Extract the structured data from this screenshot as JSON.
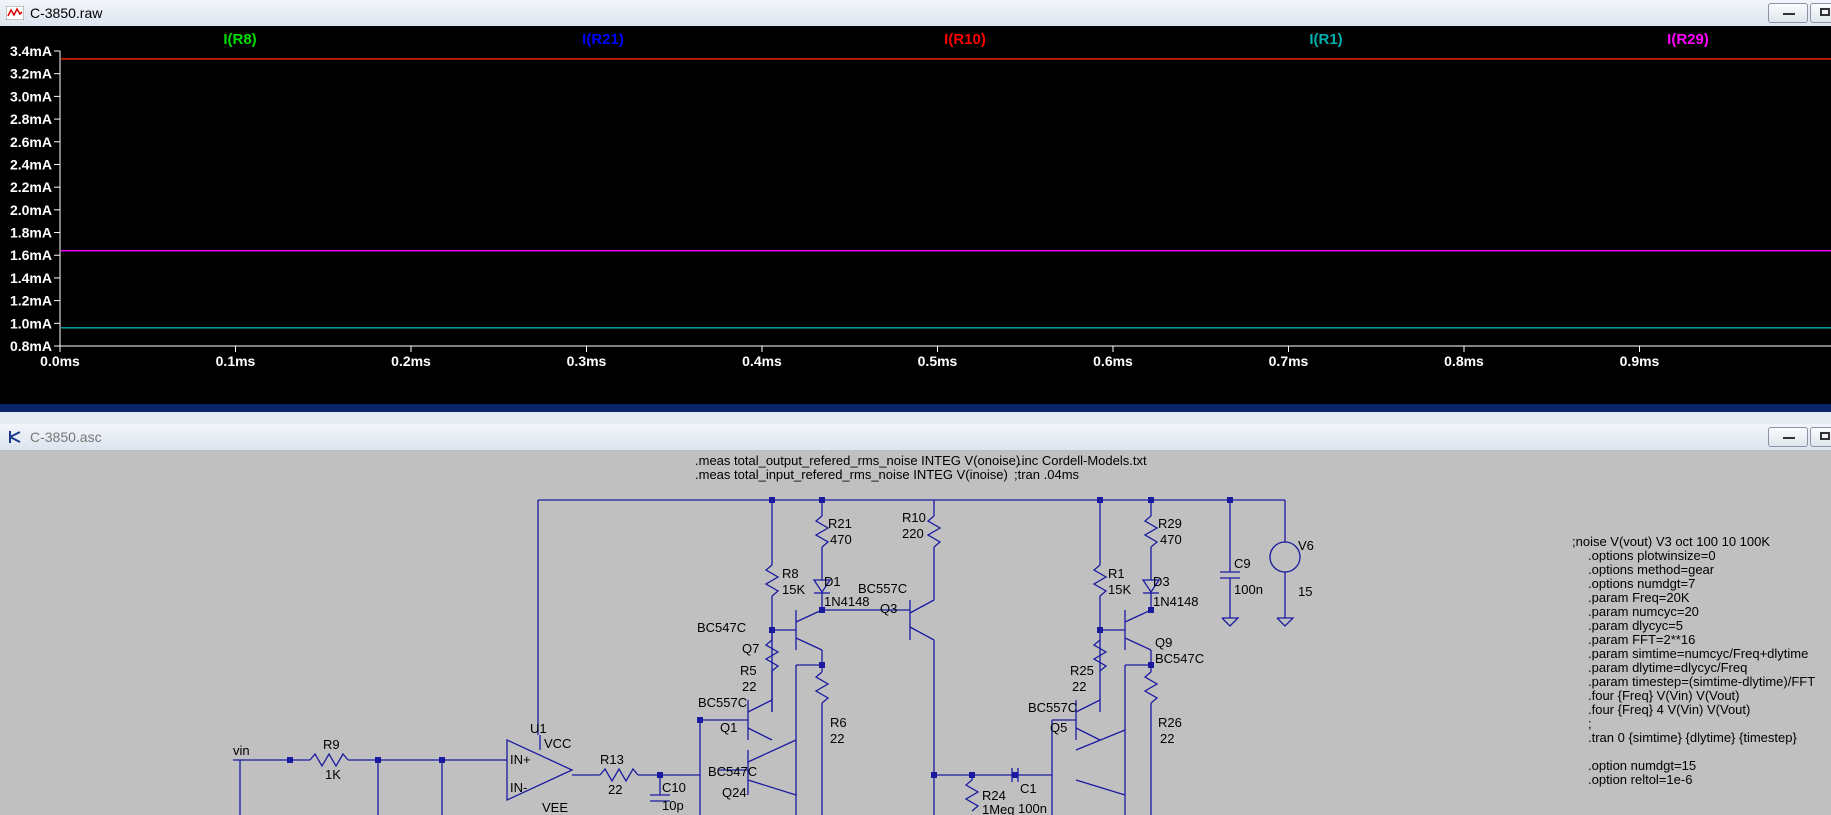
{
  "wave_window": {
    "title": "C-3850.raw",
    "traces": [
      {
        "name": "I(R8)",
        "color": "#00dd00",
        "value_mA": 3.33
      },
      {
        "name": "I(R21)",
        "color": "#0000ff",
        "value_mA": 1.64
      },
      {
        "name": "I(R10)",
        "color": "#ff0000",
        "value_mA": 3.33
      },
      {
        "name": "I(R1)",
        "color": "#00b0b0",
        "value_mA": 0.96
      },
      {
        "name": "I(R29)",
        "color": "#ff00ff",
        "value_mA": 1.64
      }
    ]
  },
  "chart_data": {
    "type": "line",
    "title": "",
    "xlabel": "",
    "ylabel": "",
    "x_ticks": [
      "0.0ms",
      "0.1ms",
      "0.2ms",
      "0.3ms",
      "0.4ms",
      "0.5ms",
      "0.6ms",
      "0.7ms",
      "0.8ms",
      "0.9ms"
    ],
    "y_ticks": [
      "3.4mA",
      "3.2mA",
      "3.0mA",
      "2.8mA",
      "2.6mA",
      "2.4mA",
      "2.2mA",
      "2.0mA",
      "1.8mA",
      "1.6mA",
      "1.4mA",
      "1.2mA",
      "1.0mA",
      "0.8mA"
    ],
    "xlim": [
      0,
      1.0
    ],
    "ylim": [
      0.8,
      3.4
    ],
    "grid": false,
    "legend": "top",
    "series": [
      {
        "name": "I(R8)",
        "values": [
          3.33,
          3.33
        ]
      },
      {
        "name": "I(R21)",
        "values": [
          1.64,
          1.64
        ]
      },
      {
        "name": "I(R10)",
        "values": [
          3.33,
          3.33
        ]
      },
      {
        "name": "I(R1)",
        "values": [
          0.96,
          0.96
        ]
      },
      {
        "name": "I(R29)",
        "values": [
          1.64,
          1.64
        ]
      }
    ]
  },
  "schematic_window": {
    "title": "C-3850.asc",
    "directives_top": [
      ".meas total_output_refered_rms_noise INTEG V(onoise)",
      ".meas total_input_refered_rms_noise INTEG V(inoise)",
      ".inc Cordell-Models.txt",
      ";tran .04ms"
    ],
    "directives_right": [
      ";noise V(vout) V3 oct 100 10 100K",
      ".options plotwinsize=0",
      ".options method=gear",
      ".options numdgt=7",
      ".param Freq=20K",
      ".param numcyc=20",
      ".param dlycyc=5",
      ".param FFT=2**16",
      ".param simtime=numcyc/Freq+dlytime",
      ".param dlytime=dlycyc/Freq",
      ".param timestep=(simtime-dlytime)/FFT",
      ".four {Freq} V(Vin) V(Vout)",
      ".four {Freq} 4 V(Vin) V(Vout)",
      ";",
      ".tran 0 {simtime} {dlytime} {timestep}",
      ".option numdgt=15",
      ".option reltol=1e-6"
    ],
    "labels": {
      "R21": "R21",
      "R21v": "470",
      "R10": "R10",
      "R10v": "220",
      "R29": "R29",
      "R29v": "470",
      "C9": "C9",
      "C9v": "100n",
      "V6": "V6",
      "V6v": "15",
      "R8": "R8",
      "R8v": "15K",
      "D1": "D1",
      "D1v": "1N4148",
      "Q3t": "BC557C",
      "Q3": "Q3",
      "R1": "R1",
      "R1v": "15K",
      "D3": "D3",
      "D3v": "1N4148",
      "Q7t": "BC547C",
      "Q7": "Q7",
      "Q9": "Q9",
      "Q9t": "BC547C",
      "R5": "R5",
      "R5v": "22",
      "R25": "R25",
      "R25v": "22",
      "Q1t": "BC557C",
      "Q1": "Q1",
      "R6": "R6",
      "R6v": "22",
      "Q5t": "BC557C",
      "Q5": "Q5",
      "R26": "R26",
      "R26v": "22",
      "U1": "U1",
      "VCC": "VCC",
      "INp": "IN+",
      "INm": "IN-",
      "VEE": "VEE",
      "vin": "vin",
      "R9": "R9",
      "R9v": "1K",
      "R13": "R13",
      "R13v": "22",
      "C10": "C10",
      "C10v": "10p",
      "Q24t": "BC547C",
      "Q24": "Q24",
      "R24": "R24",
      "R24v": "1Meg",
      "C1": "C1",
      "C1v": "100n"
    }
  }
}
